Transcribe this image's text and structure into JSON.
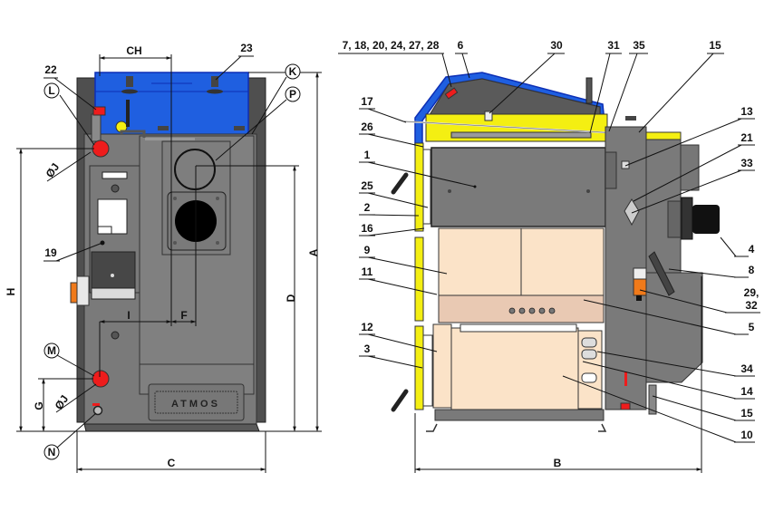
{
  "diagram": {
    "subject": "ATMOS boiler technical drawing - front view and side cross-section",
    "brand_plate": "ATMOS",
    "colors": {
      "body_gray": "#7a7a7a",
      "body_dark": "#5e5e5e",
      "cover_blue": "#1f5fe0",
      "cover_blue_dark": "#0d2fb5",
      "yellow": "#f4ef12",
      "red": "#ee1c1c",
      "orange": "#f07a1a",
      "ceramic": "#fbe3c8",
      "ceramic_dark": "#e9c9b3",
      "line": "#222222"
    },
    "front_view": {
      "dimension_labels": {
        "ch": "CH",
        "h": "H",
        "a": "A",
        "d": "D",
        "g": "G",
        "c": "C",
        "i": "I",
        "f": "F",
        "j_top": "ØJ",
        "j_bottom": "ØJ"
      },
      "circled_labels": {
        "l": "L",
        "k": "K",
        "p": "P",
        "m": "M",
        "n": "N"
      },
      "part_labels": {
        "p22": "22",
        "p23": "23",
        "p19": "19"
      }
    },
    "side_view": {
      "dimension_labels": {
        "b": "B"
      },
      "part_labels_top": [
        "7, 18, 20, 24, 27, 28",
        "6",
        "30",
        "31",
        "35",
        "15"
      ],
      "part_labels_left": [
        "17",
        "26",
        "1",
        "25",
        "2",
        "16",
        "9",
        "11",
        "12",
        "3"
      ],
      "part_labels_right": [
        "13",
        "21",
        "33",
        "4",
        "8",
        "29,",
        "32",
        "5",
        "34",
        "14",
        "15",
        "10"
      ]
    }
  }
}
